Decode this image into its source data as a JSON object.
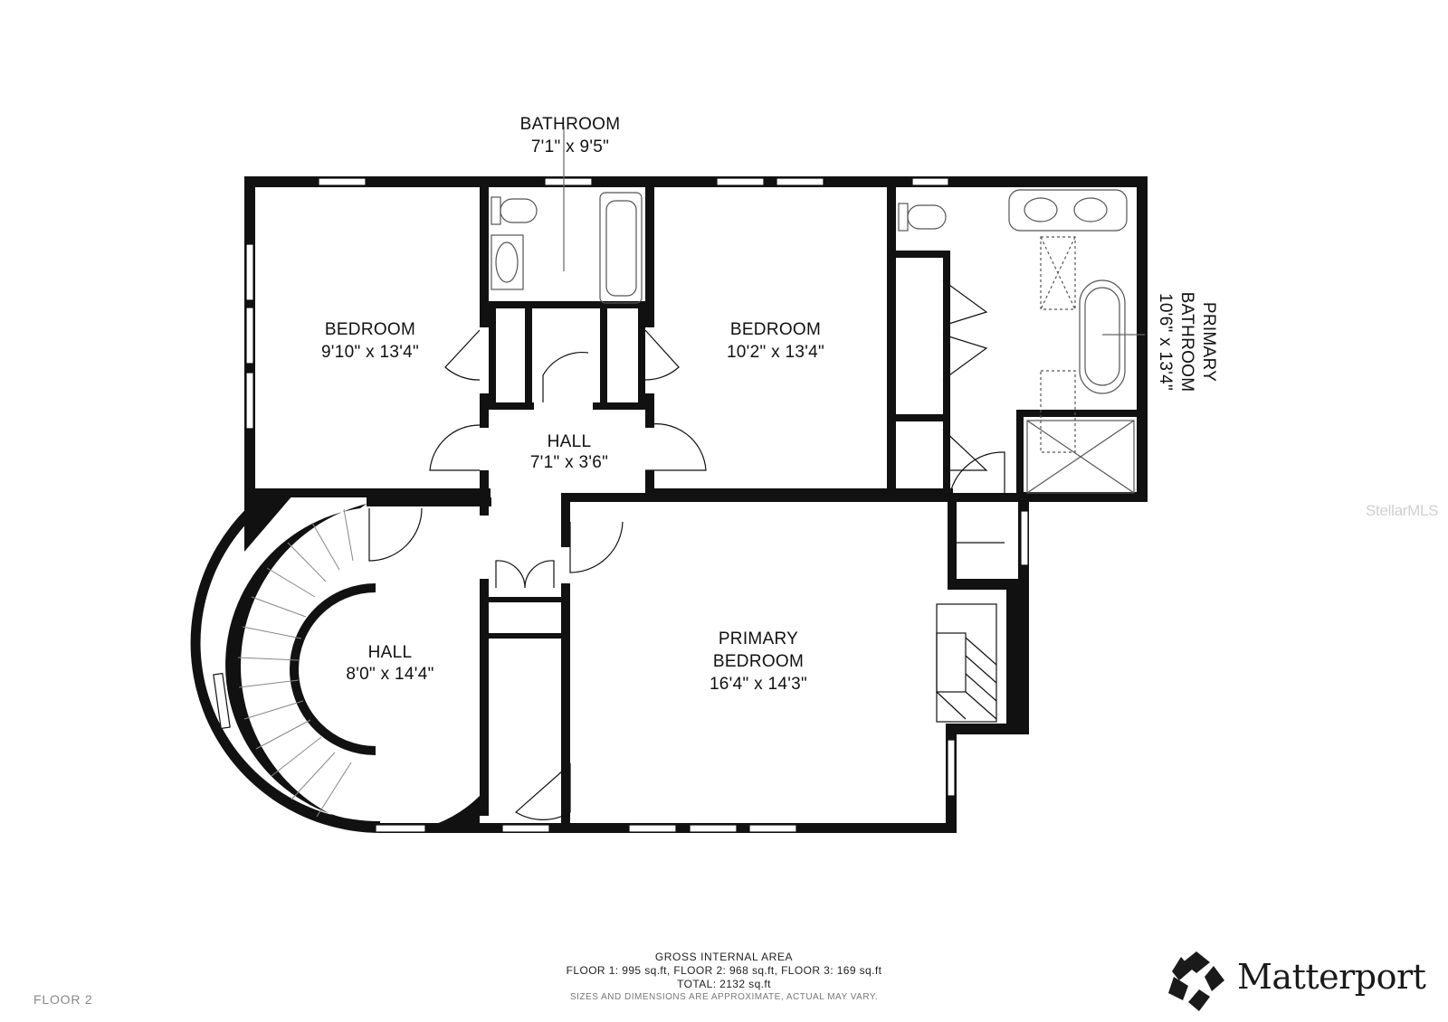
{
  "rooms": {
    "bathroom": {
      "name": "BATHROOM",
      "dims": "7'1\" x 9'5\""
    },
    "bedroom_left": {
      "name": "BEDROOM",
      "dims": "9'10\" x 13'4\""
    },
    "bedroom_mid": {
      "name": "BEDROOM",
      "dims": "10'2\" x 13'4\""
    },
    "hall_small": {
      "name": "HALL",
      "dims": "7'1\" x 3'6\""
    },
    "hall_stair": {
      "name": "HALL",
      "dims": "8'0\" x 14'4\""
    },
    "primary_bedroom": {
      "line1": "PRIMARY",
      "line2": "BEDROOM",
      "dims": "16'4\" x 14'3\""
    },
    "primary_bathroom": {
      "line1": "PRIMARY",
      "line2": "BATHROOM",
      "dims": "10'6\" x 13'4\""
    }
  },
  "footer": {
    "gia_title": "GROSS INTERNAL AREA",
    "floors": "FLOOR 1: 995 sq.ft, FLOOR 2: 968 sq.ft, FLOOR 3: 169 sq.ft",
    "total": "TOTAL: 2132 sq.ft",
    "note": "SIZES AND DIMENSIONS ARE APPROXIMATE, ACTUAL MAY VARY."
  },
  "floor_label": "FLOOR 2",
  "watermark": "StellarMLS",
  "brand": {
    "name": "Matterport",
    "icon": "matterport-logo-icon"
  },
  "colors": {
    "wall": "#111111",
    "fixture": "#555555",
    "background": "#ffffff"
  }
}
